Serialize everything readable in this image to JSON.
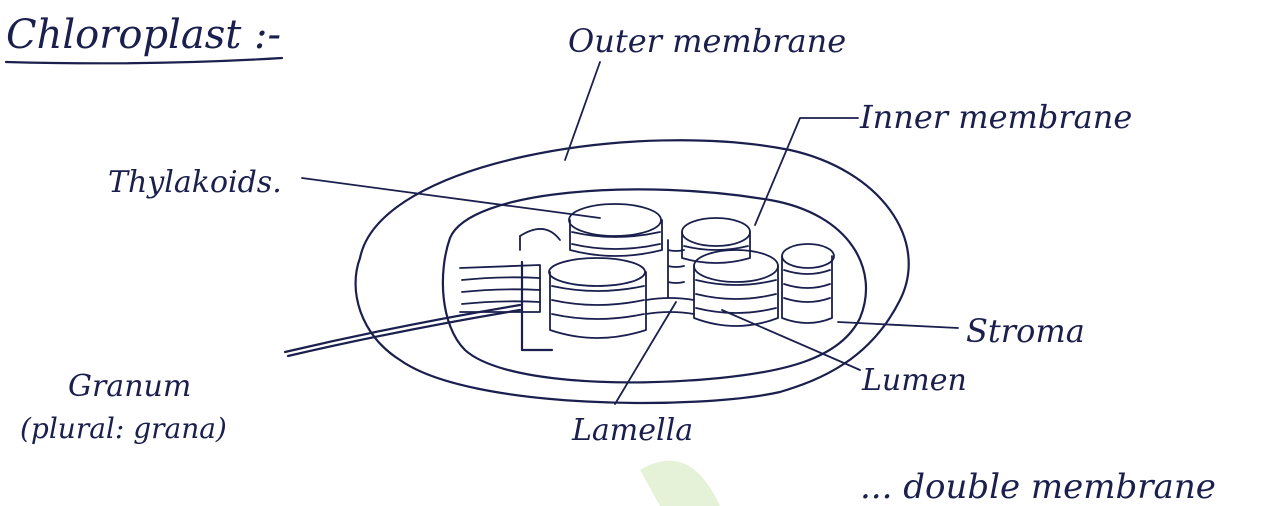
{
  "title": "Chloroplast :-",
  "labels": {
    "outer_membrane": "Outer membrane",
    "inner_membrane": "Inner membrane",
    "thylakoids": "Thylakoids.",
    "stroma": "Stroma",
    "lumen": "Lumen",
    "lamella": "Lamella",
    "granum": "Granum",
    "granum_plural": "(plural: grana)"
  },
  "footer_text": "... double membrane",
  "colors": {
    "ink": "#1a1f4d",
    "watermark": "#cfe8b8"
  }
}
